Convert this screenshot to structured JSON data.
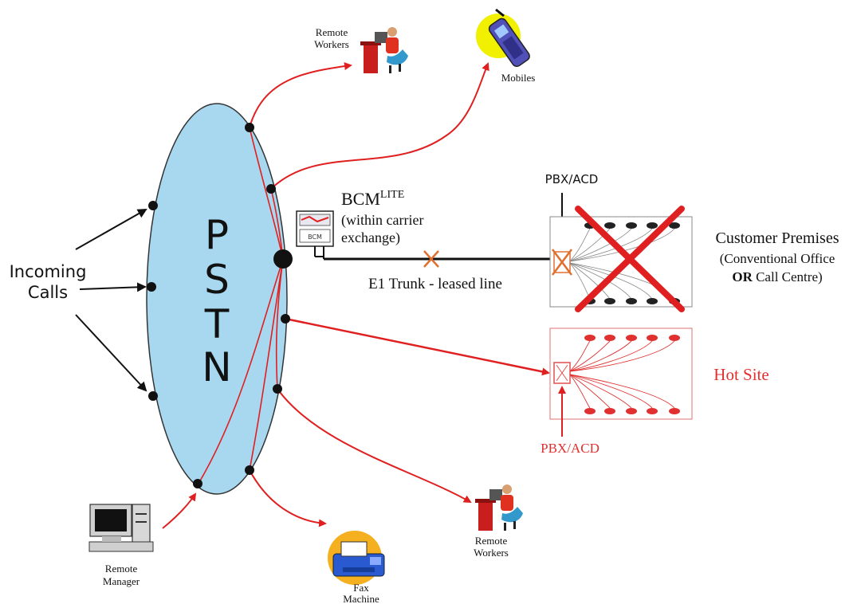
{
  "pstn": {
    "letters": [
      "P",
      "S",
      "T",
      "N"
    ]
  },
  "incoming_calls": {
    "line1": "Incoming",
    "line2": "Calls"
  },
  "remote_workers_top": {
    "line1": "Remote",
    "line2": "Workers"
  },
  "mobiles": {
    "label": "Mobiles"
  },
  "bcm": {
    "title": "BCM",
    "superscript": "LITE",
    "line2": "(within carrier",
    "line3": "exchange)",
    "box_label": "BCM"
  },
  "e1_trunk": {
    "label": "E1 Trunk - leased line"
  },
  "pbx_top": {
    "label": "PBX/ACD"
  },
  "customer_premises": {
    "line1": "Customer Premises",
    "line2": "(Conventional Office",
    "line3_bold": "OR",
    "line3_rest": " Call Centre)"
  },
  "hot_site": {
    "label": "Hot Site"
  },
  "pbx_bottom": {
    "label": "PBX/ACD"
  },
  "remote_workers_bottom": {
    "line1": "Remote",
    "line2": "Workers"
  },
  "fax": {
    "line1": "Fax",
    "line2": "Machine"
  },
  "remote_manager": {
    "line1": "Remote",
    "line2": "Manager"
  },
  "colors": {
    "cloud": "#a8d8f0",
    "red": "#e02020",
    "black": "#111111",
    "hot_site_text": "#e03030"
  }
}
